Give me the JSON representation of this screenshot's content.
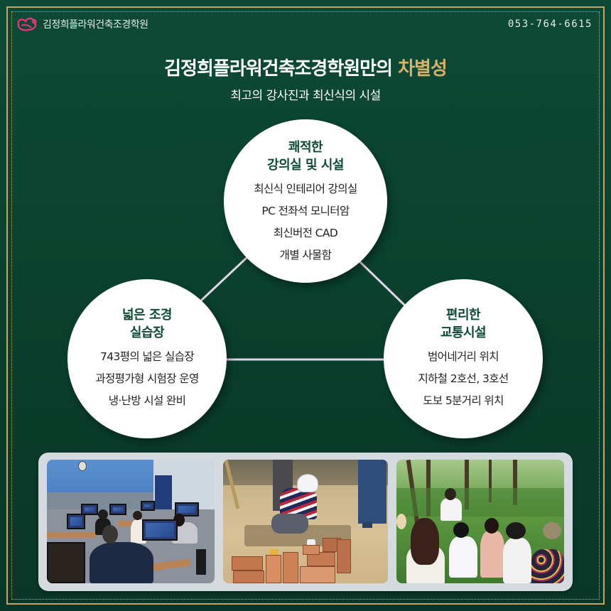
{
  "header": {
    "brand_name": "김정희플라워건축조경학원",
    "phone": "053-764-6615",
    "logo_icon": "flower-logo-icon",
    "logo_color": "#e4357a"
  },
  "hero": {
    "title_main": "김정희플라워건축조경학원만의 ",
    "title_accent": "차별성",
    "subtitle": "최고의 강사진과 최신식의 시설"
  },
  "features": [
    {
      "position": "top",
      "title_line1": "쾌적한",
      "title_line2": "강의실 및 시설",
      "items": [
        "최신식 인테리어 강의실",
        "PC 전좌석 모니터암",
        "최신버전 CAD",
        "개별 사물함"
      ]
    },
    {
      "position": "left",
      "title_line1": "넓은 조경",
      "title_line2": "실습장",
      "items": [
        "743평의 넓은 실습장",
        "과정평가형 시험장 운영",
        "냉·난방 시설 완비"
      ]
    },
    {
      "position": "right",
      "title_line1": "편리한",
      "title_line2": "교통시설",
      "items": [
        "범어네거리 위치",
        "지하철 2호선, 3호선",
        "도보 5분거리 위치"
      ]
    }
  ],
  "photos": [
    {
      "subject": "computer classroom with students at CAD monitors"
    },
    {
      "subject": "student in hard hat laying bricks on sand"
    },
    {
      "subject": "group of students outdoors in forest"
    }
  ],
  "colors": {
    "background": "#0b4632",
    "gold": "#c9a45c",
    "accent_text": "#d6b26a",
    "circle_title": "#0f4a33",
    "connector": "#dcd6e6"
  }
}
